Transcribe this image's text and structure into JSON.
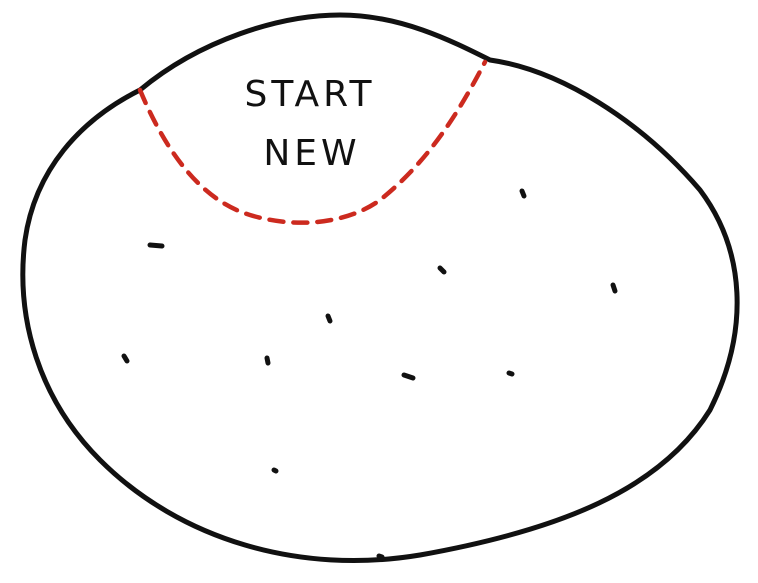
{
  "diagram": {
    "region_label_line1": "START",
    "region_label_line2": "NEW",
    "colors": {
      "outline": "#111111",
      "dashed_boundary": "#cc2a1f",
      "dots": "#111111"
    },
    "dot_count": 11
  }
}
